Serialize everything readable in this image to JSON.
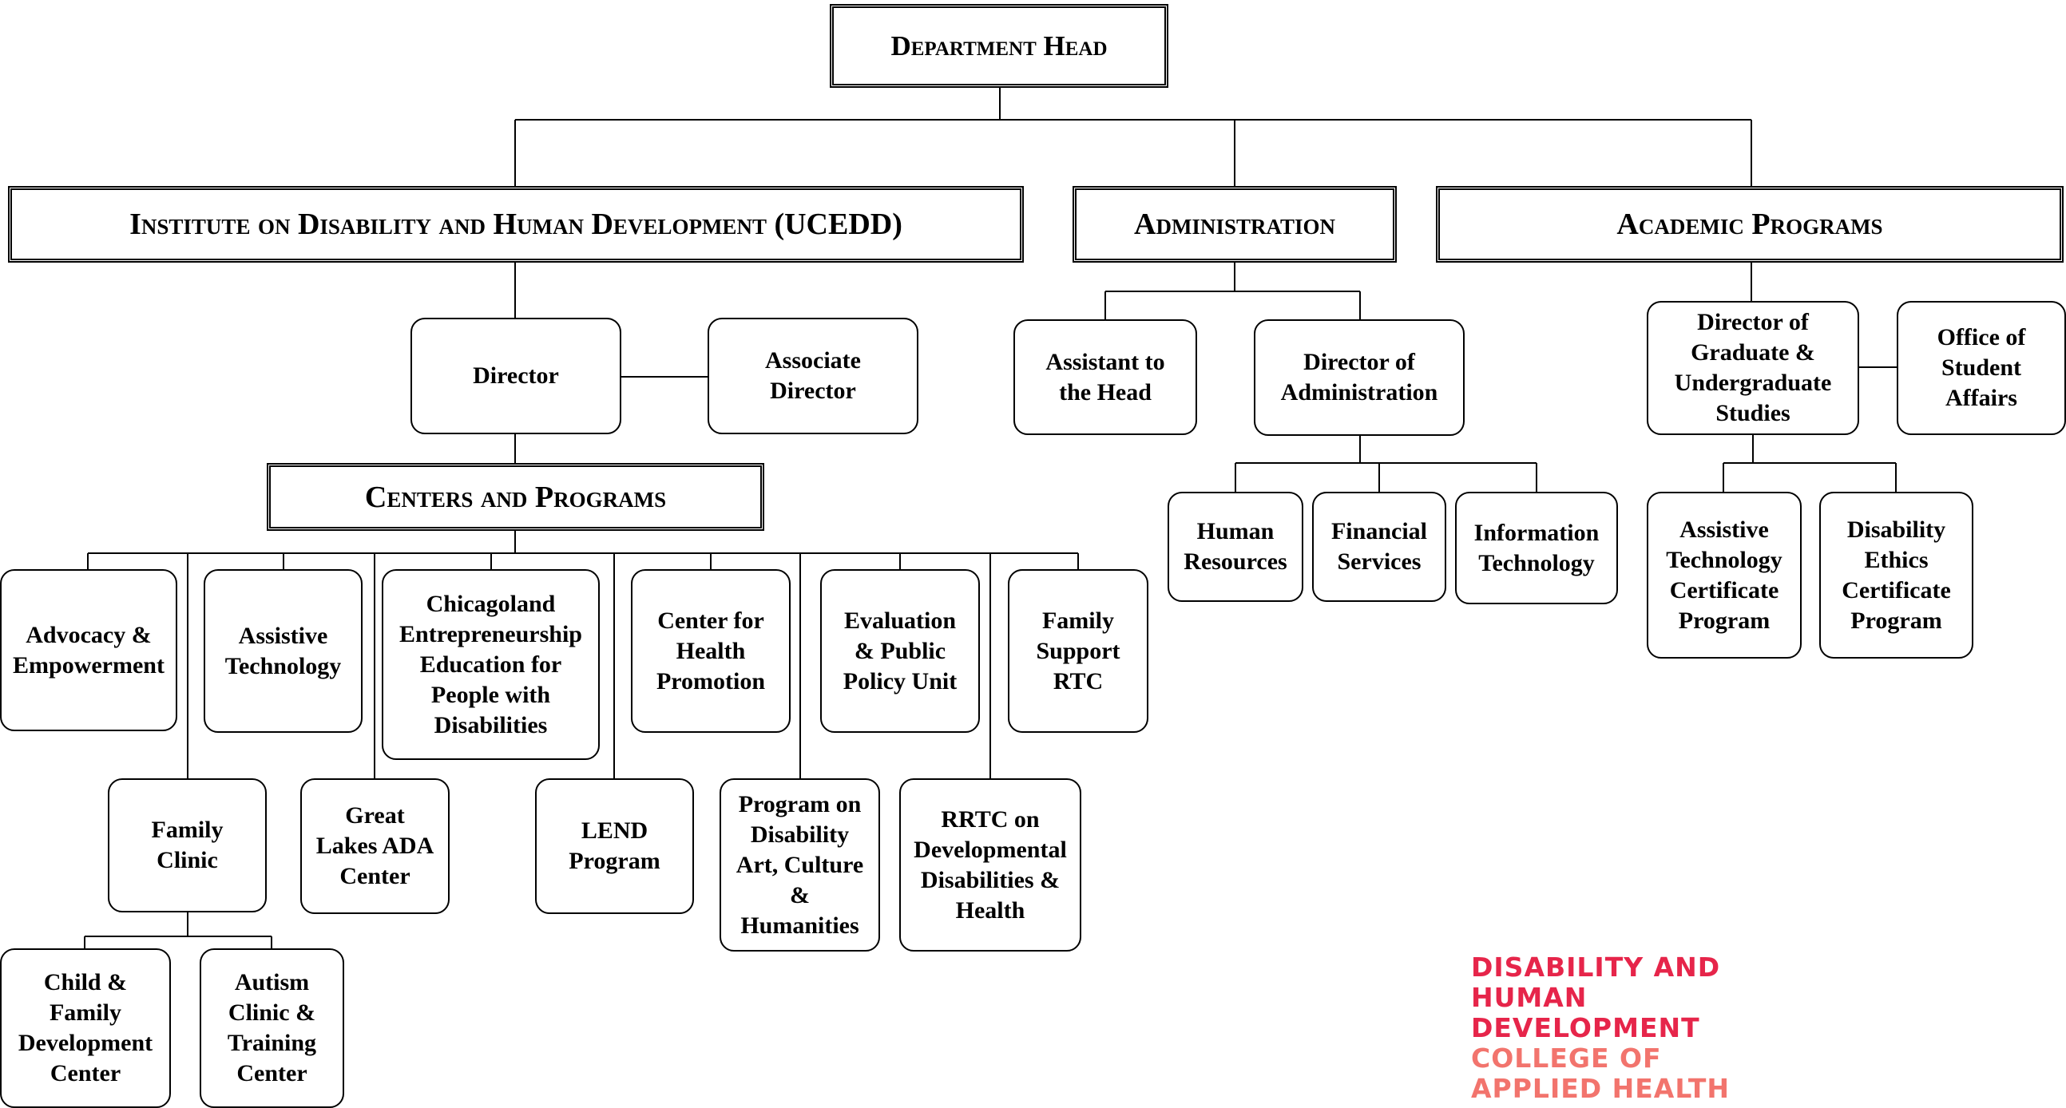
{
  "org_chart": {
    "department_head": "Department Head",
    "branches": {
      "ucedd": "Institute on Disability and Human Development (UCEDD)",
      "administration": "Administration",
      "academic_programs": "Academic Programs"
    },
    "ucedd_leadership": {
      "director": "Director",
      "associate_director": "Associate\nDirector"
    },
    "centers_and_programs": {
      "heading": "Centers and Programs",
      "units": {
        "advocacy": "Advocacy &\nEmpowerment",
        "assistive_technology": "Assistive\nTechnology",
        "chicagoland": "Chicagoland\nEntrepreneurship\nEducation for\nPeople with\nDisabilities",
        "health_promotion": "Center for\nHealth\nPromotion",
        "evaluation": "Evaluation\n& Public\nPolicy Unit",
        "family_support": "Family\nSupport\nRTC",
        "family_clinic": "Family\nClinic",
        "great_lakes": "Great\nLakes ADA\nCenter",
        "lend": "LEND\nProgram",
        "disability_art": "Program on\nDisability\nArt, Culture\n&\nHumanities",
        "rrtc": "RRTC on\nDevelopmental\nDisabilities &\nHealth",
        "child_family": "Child &\nFamily\nDevelopment\nCenter",
        "autism": "Autism\nClinic &\nTraining\nCenter"
      }
    },
    "administration_units": {
      "assistant_to_head": "Assistant to\nthe Head",
      "director_of_administration": "Director of\nAdministration",
      "human_resources": "Human\nResources",
      "financial_services": "Financial\nServices",
      "information_technology": "Information\nTechnology"
    },
    "academic_units": {
      "director_of_studies": "Director of\nGraduate &\nUndergraduate\nStudies",
      "student_affairs": "Office of\nStudent\nAffairs",
      "at_certificate": "Assistive\nTechnology\nCertificate\nProgram",
      "ethics_certificate": "Disability\nEthics\nCertificate\nProgram"
    }
  },
  "logo": {
    "line1": "DISABILITY AND",
    "line2": "HUMAN",
    "line3": "DEVELOPMENT",
    "line4": "COLLEGE OF",
    "line5": "APPLIED HEALTH",
    "primary_color": "#E6254A",
    "secondary_color": "#F2746D"
  }
}
